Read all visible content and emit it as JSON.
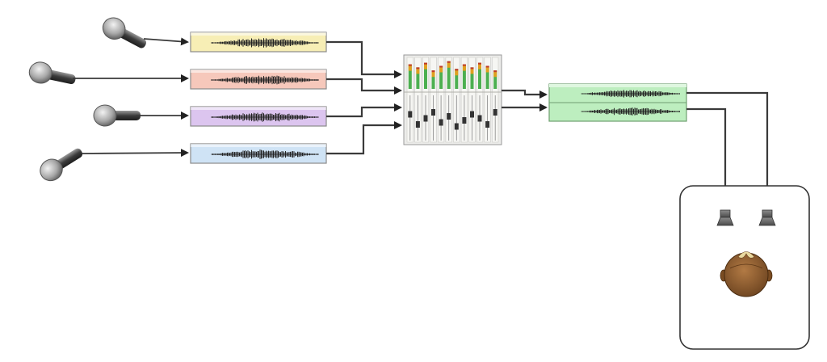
{
  "diagram": {
    "microphones": [
      {
        "icon": "microphone-icon",
        "track_color": "#f7eeb5"
      },
      {
        "icon": "microphone-icon",
        "track_color": "#f6c8bb"
      },
      {
        "icon": "microphone-icon",
        "track_color": "#dcc5ef"
      },
      {
        "icon": "microphone-icon",
        "track_color": "#cfe3f5"
      }
    ],
    "mixer": {
      "icon": "mixing-console-icon",
      "channels": 12,
      "fader_levels": [
        0.35,
        0.6,
        0.45,
        0.3,
        0.55,
        0.4,
        0.65,
        0.5,
        0.35,
        0.45,
        0.6,
        0.3
      ],
      "meter_levels": [
        0.8,
        0.7,
        0.85,
        0.6,
        0.75,
        0.9,
        0.65,
        0.8,
        0.7,
        0.85,
        0.75,
        0.6
      ]
    },
    "stereo_output": {
      "track_color": "#bdeebf",
      "channels": 2
    },
    "listening_room": {
      "speakers": [
        "speaker-icon",
        "speaker-icon"
      ],
      "listener": "listener-head-icon"
    },
    "colors": {
      "line": "#3a3a3a",
      "waveform": "#222222",
      "room_border": "#333333",
      "room_fill": "#ffffff",
      "mixer_fill": "#e9e9e4",
      "head_fill": "#8a5a2b"
    }
  }
}
